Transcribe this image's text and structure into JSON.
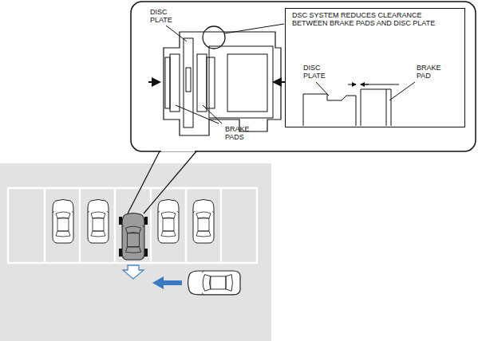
{
  "diagram": {
    "nodes": [
      {
        "text": [
          "DSC SYSTEM REDUCES CLEARANCE BETWEEN BRAKE PADS AND DISC PLATE"
        ]
      }
    ],
    "labels": [
      "DISC PLATE",
      "BRAKE PADS",
      "DISC PLATE",
      "BRAKE PAD"
    ]
  }
}
